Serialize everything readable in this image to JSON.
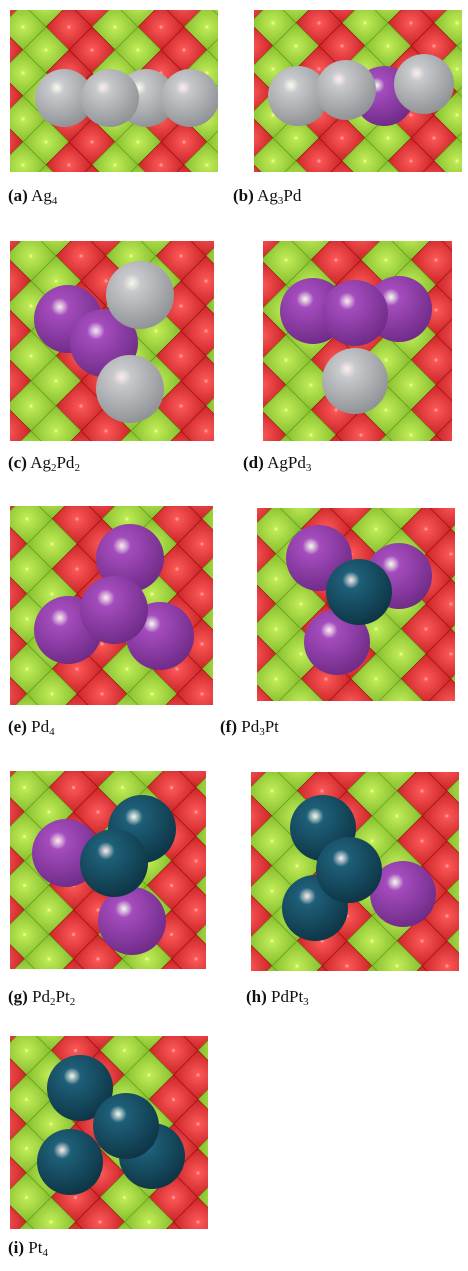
{
  "colors": {
    "oxide_red": "#e01d1d",
    "oxide_green": "#8fd12c",
    "silver": "#c7c9cc",
    "palladium": "#a44cbd",
    "platinum": "#1e5f78"
  },
  "panels": [
    {
      "tag": "(a)",
      "formula": [
        "Ag",
        "4"
      ],
      "atoms": [
        "silver",
        "silver",
        "silver",
        "silver"
      ]
    },
    {
      "tag": "(b)",
      "formula": [
        "Ag",
        "3",
        "Pd",
        ""
      ],
      "atoms": [
        "silver",
        "silver",
        "palladium",
        "silver"
      ]
    },
    {
      "tag": "(c)",
      "formula": [
        "Ag",
        "2",
        "Pd",
        "2"
      ],
      "atoms": [
        "palladium",
        "silver",
        "silver",
        "palladium"
      ]
    },
    {
      "tag": "(d)",
      "formula": [
        "AgPd",
        "3"
      ],
      "atoms": [
        "palladium",
        "palladium",
        "palladium",
        "silver"
      ]
    },
    {
      "tag": "(e)",
      "formula": [
        "Pd",
        "4"
      ],
      "atoms": [
        "palladium",
        "palladium",
        "palladium",
        "palladium"
      ]
    },
    {
      "tag": "(f)",
      "formula": [
        "Pd",
        "3",
        "Pt",
        ""
      ],
      "atoms": [
        "palladium",
        "palladium",
        "palladium",
        "platinum"
      ]
    },
    {
      "tag": "(g)",
      "formula": [
        "Pd",
        "2",
        "Pt",
        "2"
      ],
      "atoms": [
        "palladium",
        "platinum",
        "platinum",
        "palladium"
      ]
    },
    {
      "tag": "(h)",
      "formula": [
        "PdPt",
        "3"
      ],
      "atoms": [
        "platinum",
        "platinum",
        "platinum",
        "palladium"
      ]
    },
    {
      "tag": "(i)",
      "formula": [
        "Pt",
        "4"
      ],
      "atoms": [
        "platinum",
        "platinum",
        "platinum",
        "platinum"
      ]
    }
  ]
}
